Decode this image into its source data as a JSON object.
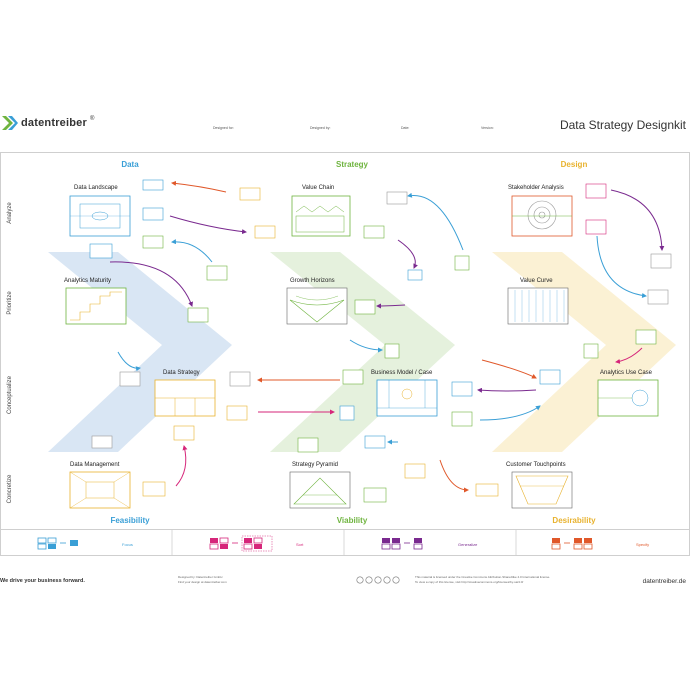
{
  "header": {
    "brand": "datentreiber",
    "brand_mark": "®",
    "title": "Data Strategy Designkit",
    "fields": [
      "Designed for:",
      "Designed by:",
      "Date:",
      "Version:"
    ]
  },
  "columns": [
    {
      "label": "Data",
      "color": "#3a9fd6"
    },
    {
      "label": "Strategy",
      "color": "#6fb43f"
    },
    {
      "label": "Design",
      "color": "#e8b22e"
    }
  ],
  "rows": [
    "Analyze",
    "Prioritize",
    "Conceptualize",
    "Concretize"
  ],
  "canvases": {
    "data_landscape": "Data Landscape",
    "value_chain": "Value Chain",
    "stakeholder_analysis": "Stakeholder Analysis",
    "analytics_maturity": "Analytics Maturity",
    "growth_horizons": "Growth Horizons",
    "value_curve": "Value Curve",
    "data_strategy": "Data Strategy",
    "business_model": "Business Model / Case",
    "analytics_use_case": "Analytics Use Case",
    "data_management": "Data Management",
    "strategy_pyramid": "Strategy Pyramid",
    "customer_touchpoints": "Customer Touchpoints"
  },
  "footers": [
    "Feasibility",
    "Viability",
    "Desirability"
  ],
  "legend": [
    {
      "label": "Focus",
      "color": "#3a9fd6"
    },
    {
      "label": "Sort",
      "color": "#d6267a"
    },
    {
      "label": "Generalize",
      "color": "#7a2a8f"
    },
    {
      "label": "Specify",
      "color": "#e0582a"
    }
  ],
  "footer": {
    "tagline": "We drive your business forward.",
    "credit_1": "Designed by: Datentreiber GmbH",
    "credit_2": "Find your design at datentreiber.com",
    "license_1": "This material is licensed under the Creative Commons Attribution-ShareAlike 4.0 International license.",
    "license_2": "To view a copy of this license, visit http://creativecommons.org/licenses/by-sa/4.0/",
    "site": "datentreiber.de"
  },
  "colors": {
    "data_band": "#d5e3f3",
    "strategy_band": "#e2efd9",
    "design_band": "#fbefcf",
    "focus": "#3a9fd6",
    "sort": "#d6267a",
    "generalize": "#7a2a8f",
    "specify": "#e0582a",
    "strategy": "#6fb43f",
    "design": "#e8b22e"
  }
}
